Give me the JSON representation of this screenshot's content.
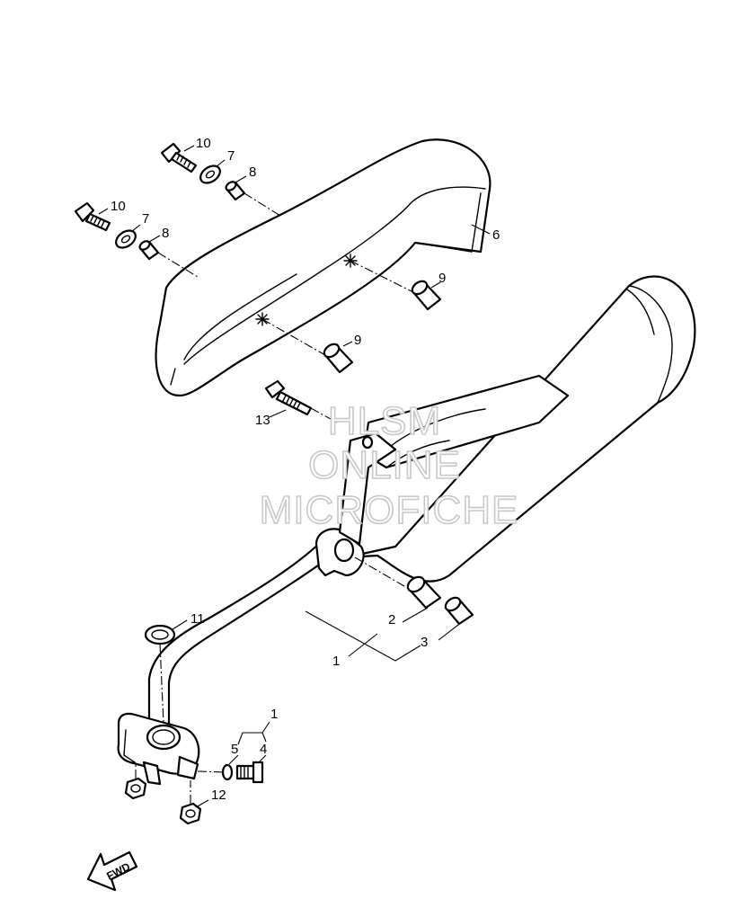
{
  "callouts": {
    "c10a": "10",
    "c7a": "7",
    "c8a": "8",
    "c10b": "10",
    "c7b": "7",
    "c8b": "8",
    "c6": "6",
    "c9a": "9",
    "c9b": "9",
    "c13": "13",
    "c11": "11",
    "c2": "2",
    "c3": "3",
    "c1a": "1",
    "c1b": "1",
    "c5": "5",
    "c4": "4",
    "c12": "12"
  },
  "watermark": {
    "line1": "HLSM",
    "line2": "ONLINE",
    "line3": "MICROFICHE"
  },
  "fwd_label": "FWD"
}
